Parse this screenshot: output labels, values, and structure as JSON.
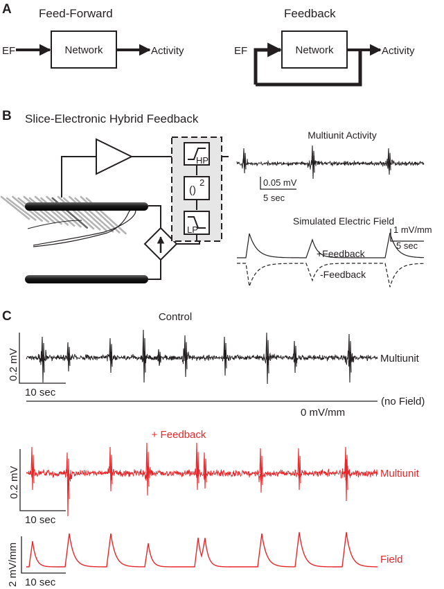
{
  "colors": {
    "ink": "#231f20",
    "feedback": "#e8262a",
    "box_fill": "#e6e6e6"
  },
  "panel_a": {
    "label": "A",
    "feed_forward": {
      "title": "Feed-Forward",
      "input": "EF",
      "box": "Network",
      "output": "Activity"
    },
    "feedback": {
      "title": "Feedback",
      "input": "EF",
      "box": "Network",
      "output": "Activity"
    }
  },
  "panel_b": {
    "label": "B",
    "title": "Slice-Electronic Hybrid Feedback",
    "filters": {
      "high_pass": "HP",
      "square": "()",
      "square_exp": "2",
      "low_pass": "LP"
    },
    "multiunit_title": "Multiunit Activity",
    "multiunit_scale": {
      "amplitude": "0.05 mV",
      "time": "5 sec"
    },
    "field_title": "Simulated Electric Field",
    "field_scale": {
      "amplitude": "1 mV/mm",
      "time": "5 sec"
    },
    "plus_feedback": "+Feedback",
    "minus_feedback": "-Feedback"
  },
  "panel_c": {
    "label": "C",
    "control_title": "Control",
    "control_trace_label": "Multiunit",
    "control_scale": {
      "amplitude": "0.2 mV",
      "time": "10 sec"
    },
    "zero_field_label": "0 mV/mm",
    "no_field_label": "(no Field)",
    "feedback_title": "+ Feedback",
    "feedback_trace_label": "Multiunit",
    "feedback_scale": {
      "amplitude": "0.2 mV",
      "time": "10 sec"
    },
    "field_trace_label": "Field",
    "field_scale": {
      "amplitude": "2 mV/mm",
      "time": "10 sec"
    }
  }
}
